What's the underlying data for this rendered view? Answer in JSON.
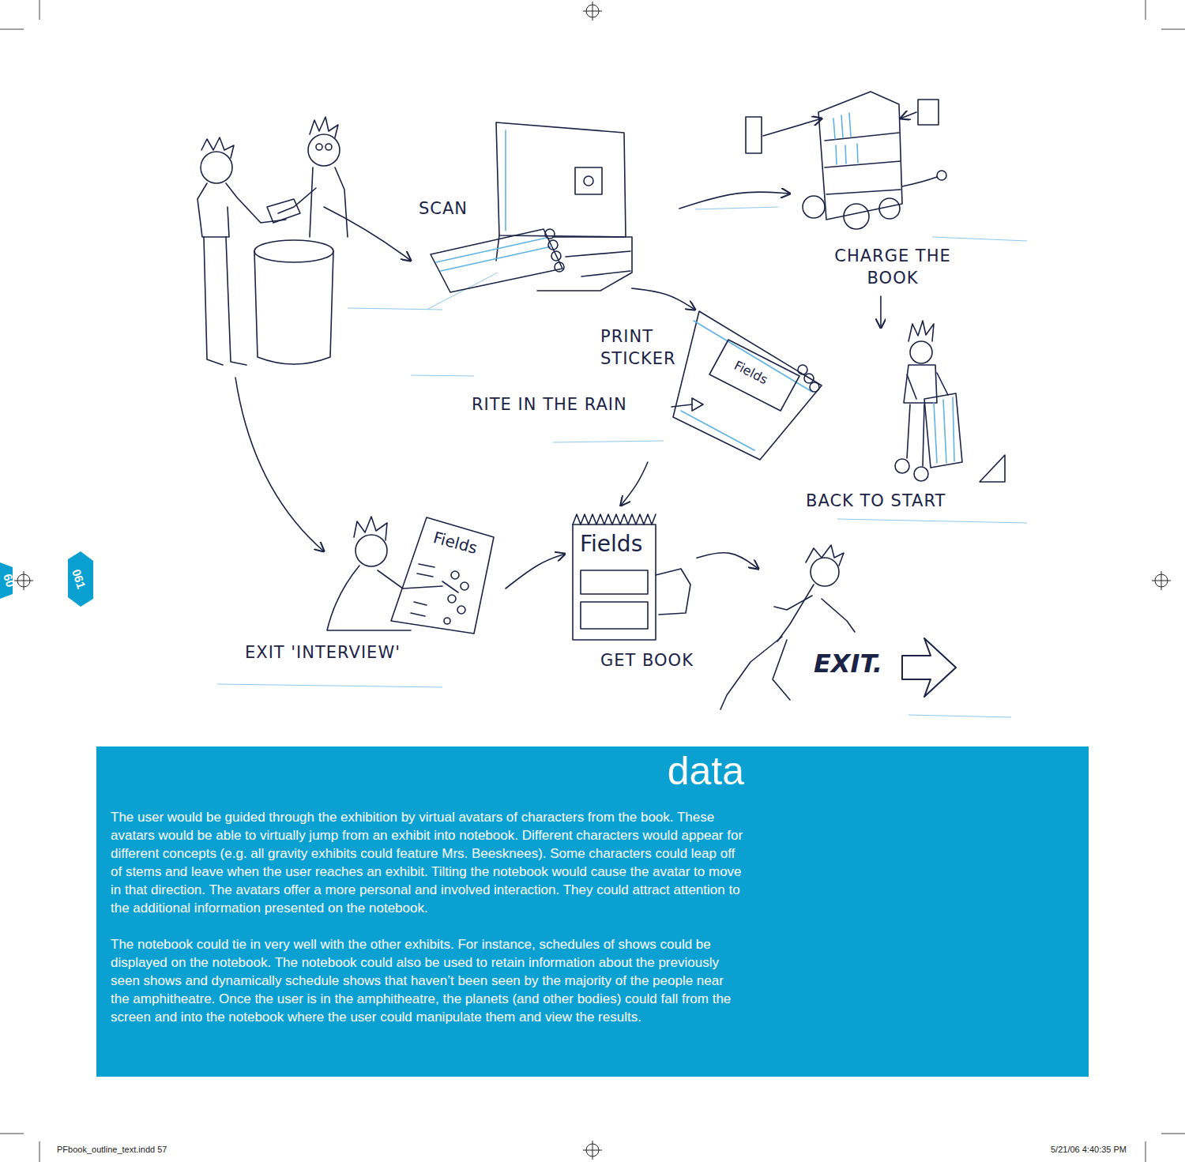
{
  "diagram": {
    "nodes": [
      {
        "text": [
          "SCAN"
        ]
      },
      {
        "text": [
          "CHARGE THE BOOK"
        ]
      },
      {
        "text": [
          "PRINT STICKER"
        ]
      },
      {
        "text": [
          "BACK TO START"
        ]
      },
      {
        "text": [
          "EXIT 'INTERVIEW'"
        ]
      },
      {
        "text": [
          "GET BOOK"
        ]
      },
      {
        "text": [
          "EXIT."
        ]
      },
      {
        "text": [
          "data",
          "The user would be guided through the exhibition by virtual avatars of characters from the book. These avatars would be able to virtually jump from an exhibit into notebook. Different characters would appear for different concepts (e.g. all gravity exhibits could feature Mrs. Beesknees). Some characters could leap off of stems and leave when the user reaches an exhibit. Tilting the notebook would cause the avatar to move in that direction. The avatars offer a more personal and involved interaction. They could attract attention to the additional information presented on the notebook.",
          "The notebook could tie in very well with the other exhibits. For instance, schedules of shows could be displayed on the notebook. The notebook could also be used to retain information about the previously seen shows and dynamically schedule shows that haven’t been seen by the majority of the people near the amphitheatre. Once the user is in the amphitheatre, the planets (and other bodies) could fall from the screen and into the notebook where the user could manipulate them and view the results."
        ]
      }
    ],
    "edges": [
      {
        "from": 0,
        "to": 1,
        "arrow": "to"
      },
      {
        "from": 0,
        "to": 2,
        "arrow": "to"
      },
      {
        "from": 1,
        "to": 3,
        "arrow": "to"
      },
      {
        "from": 2,
        "to": 5,
        "arrow": "to"
      },
      {
        "from": 4,
        "to": 5,
        "arrow": "to"
      },
      {
        "from": 5,
        "to": 6,
        "arrow": "to"
      }
    ],
    "labels": [
      "RITE IN THE RAIN",
      "Fields",
      "Fields",
      "Fields",
      "60",
      "061",
      "PFbook_outline_text.indd 57",
      "5/21/06 4:40:35 PM"
    ]
  }
}
